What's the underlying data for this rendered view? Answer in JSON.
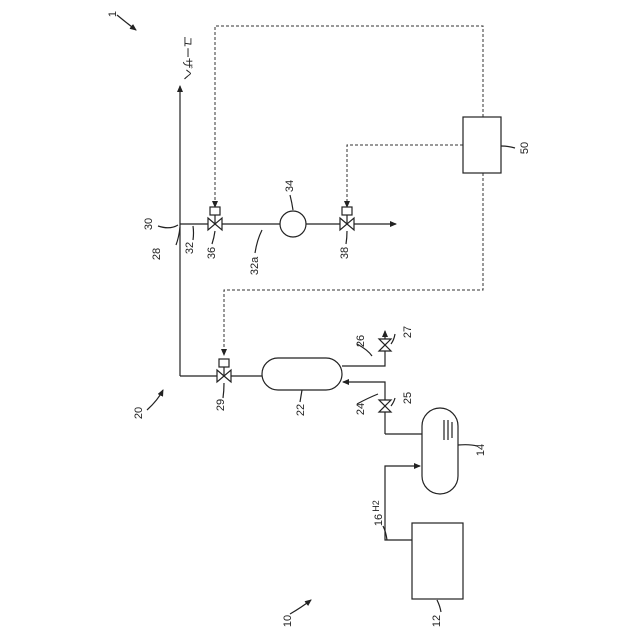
{
  "labels": {
    "system": "1",
    "production": "10",
    "generator": "12",
    "tank": "14",
    "pipe16": "16",
    "h2": "H2",
    "unit20": "20",
    "vessel": "22",
    "pipe24": "24",
    "valve25": "25",
    "pipe26": "26",
    "valve27": "27",
    "pipe28": "28",
    "valve29": "29",
    "node30": "30",
    "pipe32": "32",
    "pipe32a": "32a",
    "sensor34": "34",
    "valve36": "36",
    "valve38": "38",
    "controller50": "50",
    "to_user": "ユーザへ"
  }
}
